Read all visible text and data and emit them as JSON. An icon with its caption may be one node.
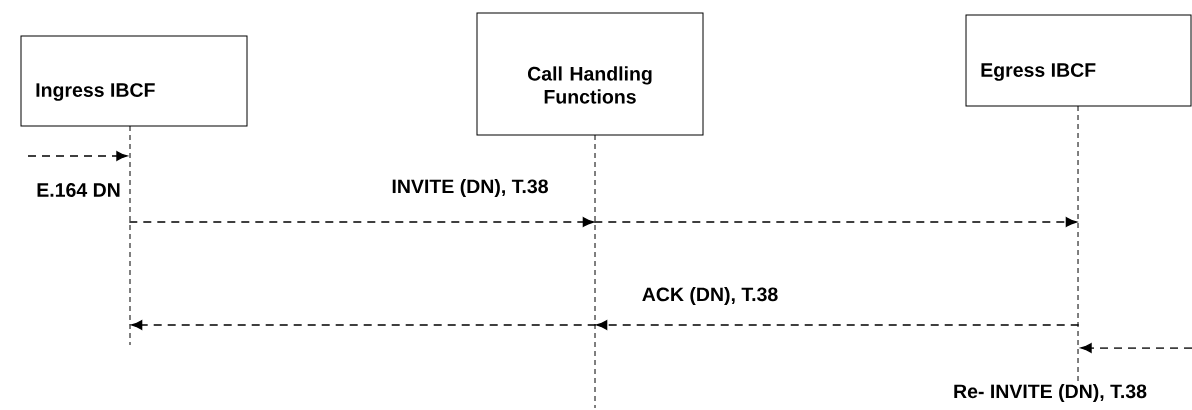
{
  "diagram": {
    "nodes": [
      {
        "text": [
          "Ingress IBCF"
        ]
      },
      {
        "text": [
          "Call Handling Functions"
        ]
      },
      {
        "text": [
          "Egress IBCF"
        ]
      },
      {
        "text": [],
        "shape": "line"
      },
      {
        "text": [],
        "shape": "line"
      },
      {
        "text": [],
        "shape": "line"
      }
    ],
    "edges": [
      {
        "from": null,
        "to": 3,
        "arrow": "to",
        "label": "E.164 DN",
        "style": "dashed"
      },
      {
        "from": 3,
        "to": 4,
        "arrow": "to",
        "label": "INVITE (DN), T.38",
        "style": "dashed"
      },
      {
        "from": 4,
        "to": 5,
        "arrow": "to",
        "style": "dashed"
      },
      {
        "from": 5,
        "to": 4,
        "arrow": "to",
        "label": "ACK (DN), T.38",
        "style": "dashed"
      },
      {
        "from": 4,
        "to": 3,
        "arrow": "to",
        "style": "dashed"
      },
      {
        "from": null,
        "to": 5,
        "arrow": "to",
        "label": "Re- INVITE (DN), T.38",
        "style": "dashed"
      }
    ]
  }
}
